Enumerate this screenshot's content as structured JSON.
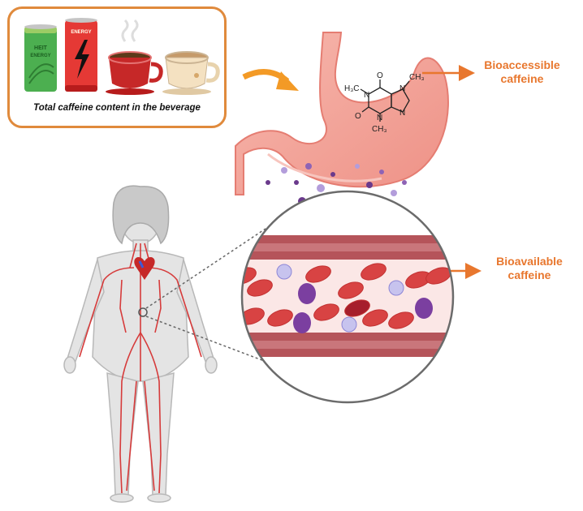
{
  "beverages": {
    "caption": "Total caffeine content in the beverage",
    "items": [
      {
        "name": "green energy drink can",
        "label_line1": "HEIT",
        "label_line2": "ENERGY",
        "color": "#4caf50"
      },
      {
        "name": "red energy drink can",
        "label_line1": "ENERGY",
        "color": "#e53935"
      },
      {
        "name": "coffee cup",
        "color": "#c62828"
      },
      {
        "name": "tea cup",
        "color": "#f4e1c1"
      }
    ]
  },
  "stomach": {
    "label_line1": "Bioaccessible",
    "label_line2": "caffeine"
  },
  "bloodstream": {
    "label_line1": "Bioavailable",
    "label_line2": "caffeine"
  },
  "molecule": {
    "atoms": {
      "o_top": "O",
      "o_left": "O",
      "n1": "N",
      "n3": "N",
      "n7": "N",
      "n9": "N",
      "me1": "H₃C",
      "me3": "CH₃",
      "me7": "CH₃"
    }
  },
  "colors": {
    "accent_orange": "#e8772e",
    "stomach_pink": "#f4a8a0",
    "blood_red": "#d84343",
    "vessel_wall": "#b5545a",
    "caffeine_particle": "#6a3a8c"
  }
}
